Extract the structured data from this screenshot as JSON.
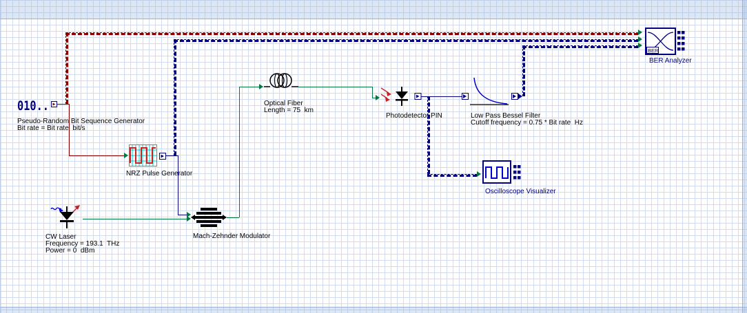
{
  "canvas": {
    "grid_color": "#d3dcee",
    "page_background": "#ffffff",
    "margin_tint": "#a4bce2"
  },
  "wire_colors": {
    "binary": "#8B0000",
    "electrical": "#000080",
    "optical": "#007840",
    "input_port_arrow": "#007840"
  },
  "components": [
    {
      "id": "prbs",
      "label": "Pseudo-Random Bit Sequence Generator",
      "params": [
        "Bit rate = Bit rate  bit/s"
      ],
      "icon_text": "010.."
    },
    {
      "id": "nrz",
      "label": "NRZ Pulse Generator",
      "params": []
    },
    {
      "id": "cw-laser",
      "label": "CW Laser",
      "params": [
        "Frequency = 193.1  THz",
        "Power = 0  dBm"
      ]
    },
    {
      "id": "mzm",
      "label": "Mach-Zehnder Modulator",
      "params": []
    },
    {
      "id": "fiber",
      "label": "Optical Fiber",
      "params": [
        "Length = 75  km"
      ]
    },
    {
      "id": "pin",
      "label": "Photodetector PIN",
      "params": []
    },
    {
      "id": "lpf",
      "label": "Low Pass Bessel Filter",
      "params": [
        "Cutoff frequency = 0.75 * Bit rate  Hz"
      ]
    },
    {
      "id": "osc",
      "label": "Oscilloscope Visualizer",
      "params": []
    },
    {
      "id": "ber",
      "label": "BER Analyzer",
      "params": [],
      "icon_text": "BER"
    }
  ]
}
